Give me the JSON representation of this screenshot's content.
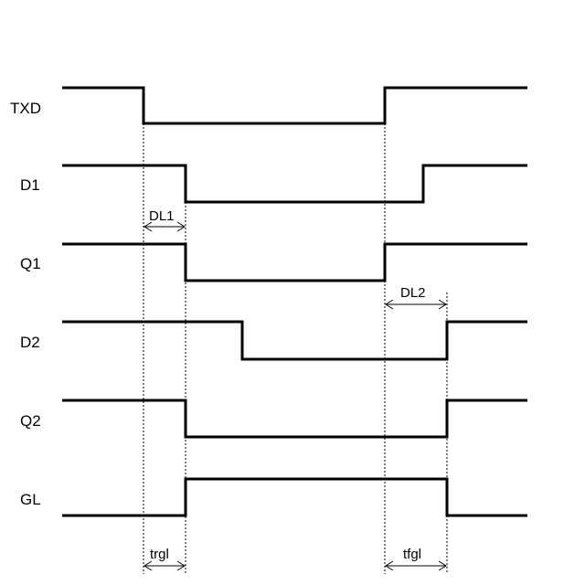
{
  "signals": [
    {
      "name": "TXD"
    },
    {
      "name": "D1"
    },
    {
      "name": "Q1"
    },
    {
      "name": "D2"
    },
    {
      "name": "Q2"
    },
    {
      "name": "GL"
    }
  ],
  "delays": [
    {
      "label": "DL1"
    },
    {
      "label": "DL2"
    },
    {
      "label": "trgl"
    },
    {
      "label": "tfgl"
    }
  ]
}
